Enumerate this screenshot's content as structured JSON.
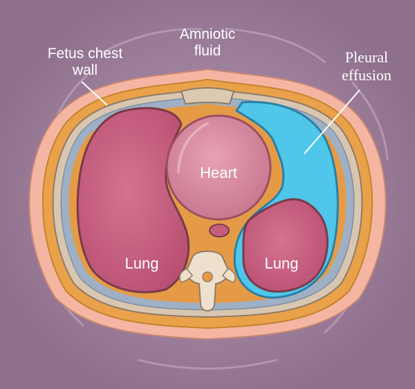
{
  "labels": {
    "amniotic_fluid": [
      "Amniotic",
      "fluid"
    ],
    "chest_wall": [
      "Fetus chest",
      "wall"
    ],
    "pleural_effusion": [
      "Pleural",
      "effusion"
    ],
    "heart": "Heart",
    "lung_left": "Lung",
    "lung_right": "Lung"
  },
  "colors": {
    "background": "#8e6f8c",
    "skin": "#f4b6a2",
    "fat": "#e9a24a",
    "rib": "#d9c6b0",
    "pleural_gap": "#9fb0c4",
    "lung": "#c95f80",
    "heart": "#d98aa0",
    "effusion": "#4fc6ea",
    "outline": "#7a3a4a"
  },
  "icons": [
    "vertebra-shape",
    "aorta-shape",
    "sternum-shape"
  ]
}
